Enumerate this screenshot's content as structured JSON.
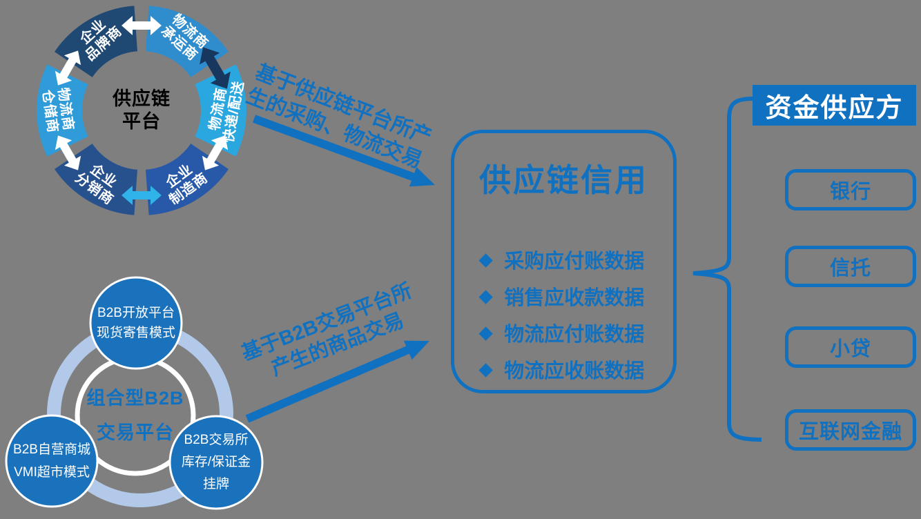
{
  "colors": {
    "background": "#7F7F7F",
    "primary": "#1171C1",
    "pale_ring": "#B3C9E9",
    "white": "#FFFFFF",
    "circle_fill": "#1B72BC",
    "navy_arrow": "#17375E",
    "light_arrow": "#2FB3E8"
  },
  "donut": {
    "center_label": {
      "line1": "供应链",
      "line2": "平台"
    },
    "segments": [
      {
        "id": "brand",
        "line1": "企业",
        "line2": "品牌商",
        "color": "#1F4872"
      },
      {
        "id": "carrier",
        "line1": "物流商",
        "line2": "承运商",
        "color": "#2F8DCE"
      },
      {
        "id": "express",
        "line1": "物流商",
        "line2": "快递/配送",
        "color": "#2BA7E0"
      },
      {
        "id": "manufacturer",
        "line1": "企业",
        "line2": "制造商",
        "color": "#2759A8"
      },
      {
        "id": "distributor",
        "line1": "企业",
        "line2": "分销商",
        "color": "#27518C"
      },
      {
        "id": "warehouse",
        "line1": "物流商",
        "line2": "仓储商",
        "color": "#2F9BD8"
      }
    ],
    "gap_arrows": [
      {
        "pos": "top",
        "color": "#FFFFFF"
      },
      {
        "pos": "upper-right",
        "color": "#17375E"
      },
      {
        "pos": "lower-right",
        "color": "#FFFFFF"
      },
      {
        "pos": "bottom",
        "color": "#2FB3E8"
      },
      {
        "pos": "lower-left",
        "color": "#FFFFFF"
      },
      {
        "pos": "upper-left",
        "color": "#FFFFFF"
      }
    ]
  },
  "flow_labels": {
    "top": {
      "line1": "基于供应链平台所产",
      "line2": "生的采购、物流交易"
    },
    "bottom": {
      "line1": "基于B2B交易平台所",
      "line2": "产生的商品交易"
    }
  },
  "credit_panel": {
    "title": "供应链信用",
    "bullet_icon": "◆",
    "bullets": [
      "采购应付账数据",
      "销售应收款数据",
      "物流应付账数据",
      "物流应收账数据"
    ]
  },
  "funders": {
    "header": "资金供应方",
    "items": [
      "银行",
      "信托",
      "小贷",
      "互联网金融"
    ]
  },
  "b2b": {
    "center": {
      "line1": "组合型B2B",
      "line2": "交易平台"
    },
    "top_circle": {
      "line1": "B2B开放平台",
      "line2": "现货寄售模式"
    },
    "left_circle": {
      "line1": "B2B自营商城",
      "line2": "VMI超市模式"
    },
    "right_circle": {
      "line1": "B2B交易所",
      "line2": "库存/保证金",
      "line3": "挂牌"
    }
  }
}
